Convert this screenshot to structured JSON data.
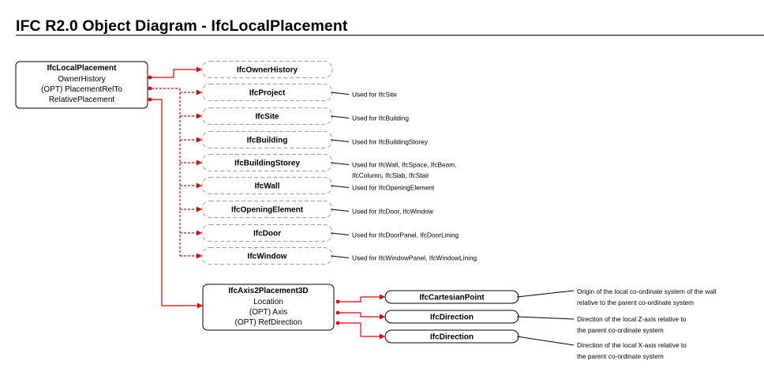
{
  "title": "IFC R2.0 Object Diagram - IfcLocalPlacement",
  "main_entity": {
    "name": "IfcLocalPlacement",
    "attributes": [
      "OwnerHistory",
      "(OPT)  PlacementRelTo",
      "RelativePlacement"
    ]
  },
  "related_entities": [
    {
      "name": "IfcOwnerHistory",
      "note": []
    },
    {
      "name": "IfcProject",
      "note": [
        "Used  for IfcSite"
      ]
    },
    {
      "name": "IfcSite",
      "note": [
        "Used  for IfcBuilding"
      ]
    },
    {
      "name": "IfcBuilding",
      "note": [
        "Used  for IfcBuildingStorey"
      ]
    },
    {
      "name": "IfcBuildingStorey",
      "note": [
        "Used  for IfcWall, IfcSpace, IfcBeam,",
        "IfcColumn, IfcSlab, IfcStair"
      ]
    },
    {
      "name": "IfcWall",
      "note": [
        "Used  for IfcOpeningElement"
      ]
    },
    {
      "name": "IfcOpeningElement",
      "note": [
        "Used  for IfcDoor, IfcWindow"
      ]
    },
    {
      "name": "IfcDoor",
      "note": [
        "Used  for IfcDoorPanel, IfcDoorLining"
      ]
    },
    {
      "name": "IfcWindow",
      "note": [
        "Used  for IfcWindowPanel, IfcWindowLining"
      ]
    }
  ],
  "axis_entity": {
    "name": "IfcAxis2Placement3D",
    "attributes": [
      "Location",
      "(OPT)  Axis",
      "(OPT)  RefDirection"
    ]
  },
  "axis_children": [
    {
      "name": "IfcCartesianPoint",
      "note": [
        "Origin of the local co-ordinate system of the wall",
        "relative to the parent co-ordinate system"
      ]
    },
    {
      "name": "IfcDirection",
      "note": [
        "Direction of the local Z-axis relative to",
        "the parent co-ordinate system"
      ]
    },
    {
      "name": "IfcDirection",
      "note": [
        "Direction of the local X-axis relative to",
        "the parent co-ordinate system"
      ]
    }
  ],
  "colors": {
    "relation": "#e8000b",
    "line": "#000000",
    "dashed_border": "#a0a0a0"
  }
}
